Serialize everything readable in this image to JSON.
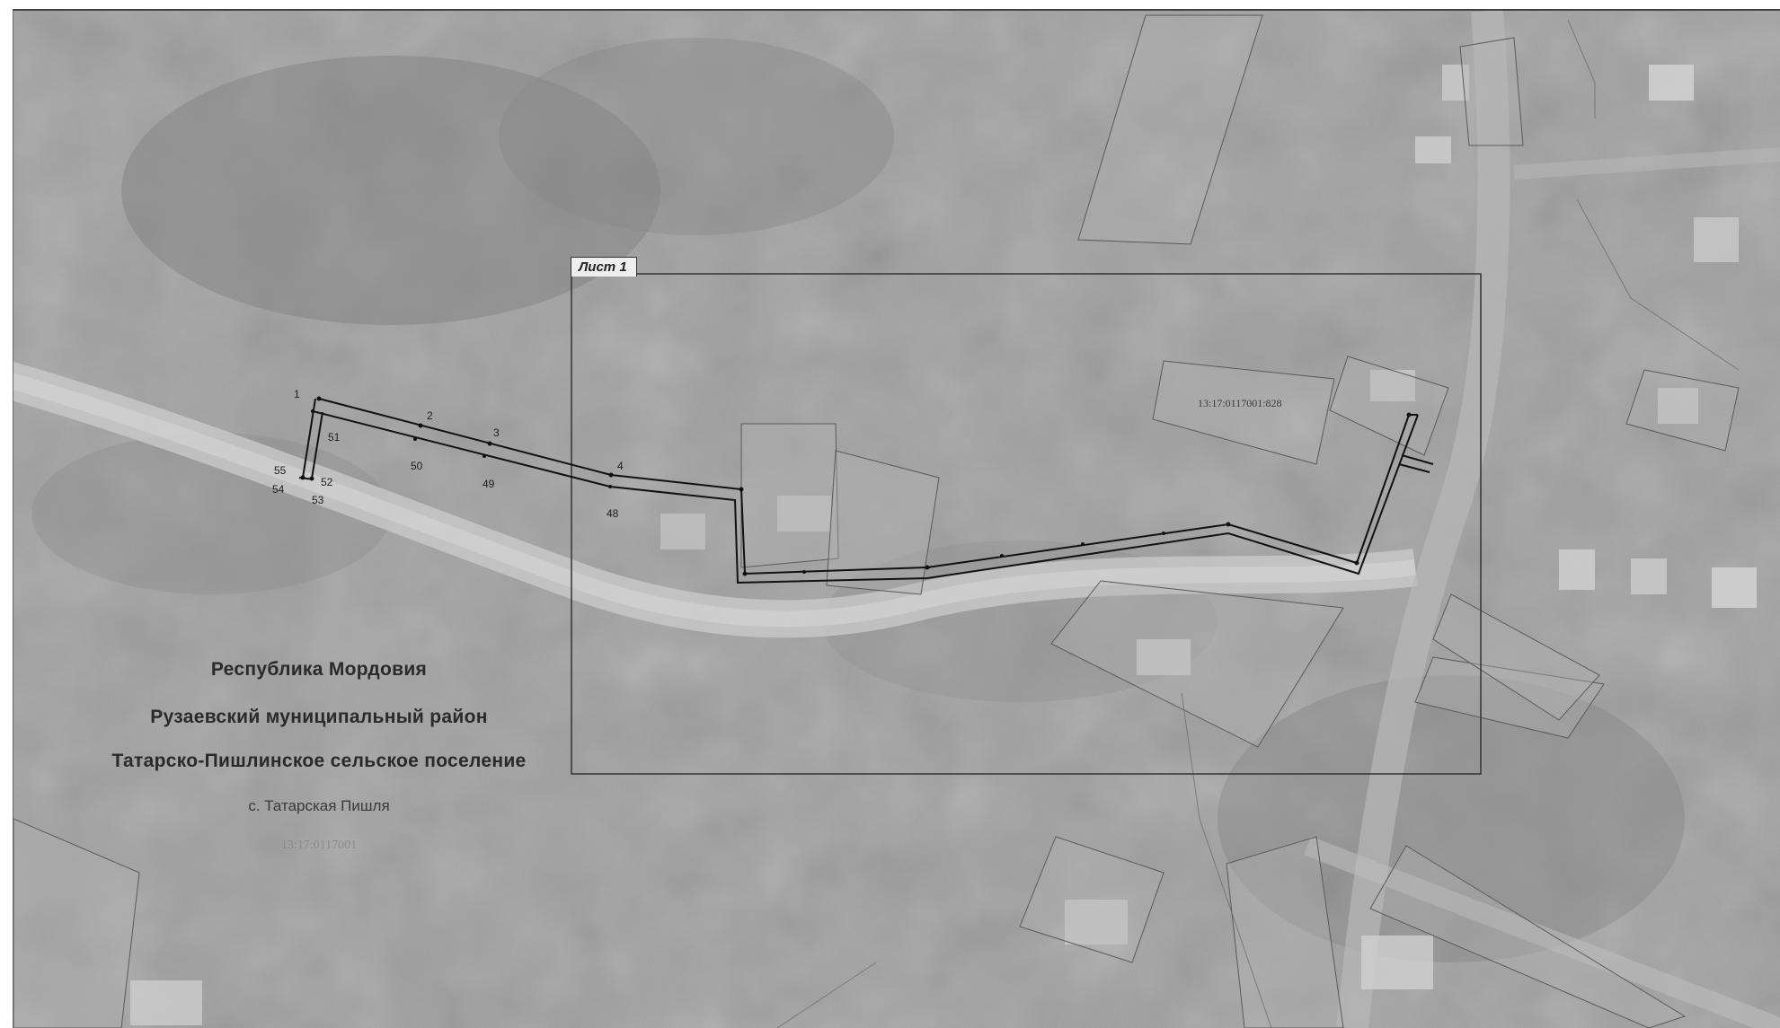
{
  "title_block": {
    "republic": "Республика Мордовия",
    "district": "Рузаевский муниципальный район",
    "settlement": "Татарско-Пишлинское сельское поселение",
    "village": "с. Татарская Пишля",
    "cadastral_quarter": "13:17:0117001"
  },
  "sheet_label": "Лист 1",
  "parcel_label": "13:17:0117001:828",
  "point_labels": {
    "p1": "1",
    "p2": "2",
    "p3": "3",
    "p4": "4",
    "p48": "48",
    "p49": "49",
    "p50": "50",
    "p51": "51",
    "p52": "52",
    "p53": "53",
    "p54": "54",
    "p55": "55"
  },
  "colors": {
    "imagery_base": "#9a9a9a",
    "parcel_outline": "#555555",
    "route_line": "#111111",
    "frame_line": "#333333"
  }
}
